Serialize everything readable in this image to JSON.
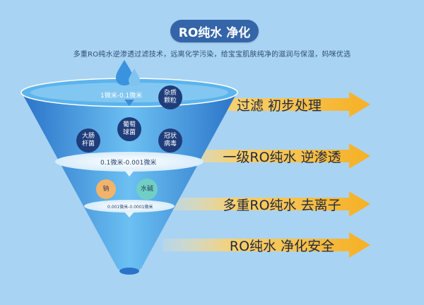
{
  "title": "RO纯水 净化",
  "subtitle": "多重RO纯水逆渗透过滤技术，远离化学污染，给宝宝肌肤纯净的滋润与保湿，妈咪优选",
  "stages": [
    {
      "label": "过滤  初步处理"
    },
    {
      "label": "一级RO纯水  逆渗透"
    },
    {
      "label": "多重RO纯水  去离子"
    },
    {
      "label": "RO纯水  净化安全"
    }
  ],
  "funnel": {
    "ranges": [
      "1微米-0.1微米",
      "0.1微米-0.001微米",
      "0.001微米-0.0001微米"
    ],
    "particles": [
      {
        "label": "杂质\n颗粒"
      },
      {
        "label": "葡萄\n球菌"
      },
      {
        "label": "大肠\n杆菌"
      },
      {
        "label": "冠状\n病毒"
      },
      {
        "label": "钠"
      },
      {
        "label": "水碱"
      }
    ]
  },
  "colors": {
    "background": "#a9d3f3",
    "title_pill": "#3465a9",
    "arrow": "#f7b52c",
    "funnel_blue": "#2f86d6",
    "particle_dark": "#1f3d7a",
    "particle_orange": "#f3b36a",
    "particle_teal": "#6fcfc4"
  }
}
